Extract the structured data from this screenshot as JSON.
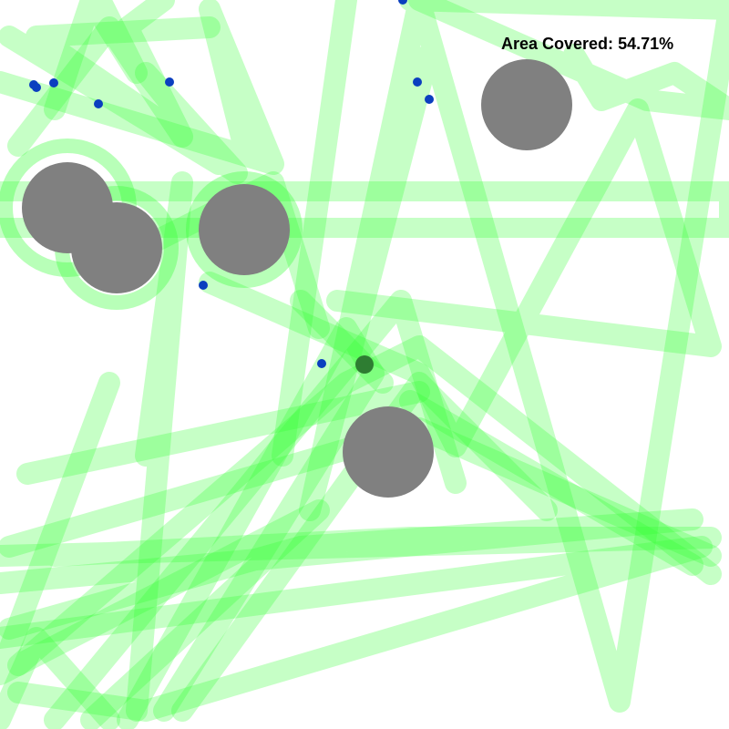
{
  "hud": {
    "label": "Area Covered:",
    "value": "54.71%"
  },
  "colors": {
    "background": "#ffffff",
    "trail": "#33ff33",
    "obstacle": "#808080",
    "waypoint": "#0b3fbf",
    "agent": "#2e7d32"
  },
  "obstacles": [
    {
      "id": "obstacle-1"
    },
    {
      "id": "obstacle-2"
    },
    {
      "id": "obstacle-3"
    },
    {
      "id": "obstacle-4"
    },
    {
      "id": "obstacle-5"
    }
  ],
  "waypoints_count": 10,
  "agent": {
    "icon": "agent-dot-icon"
  }
}
